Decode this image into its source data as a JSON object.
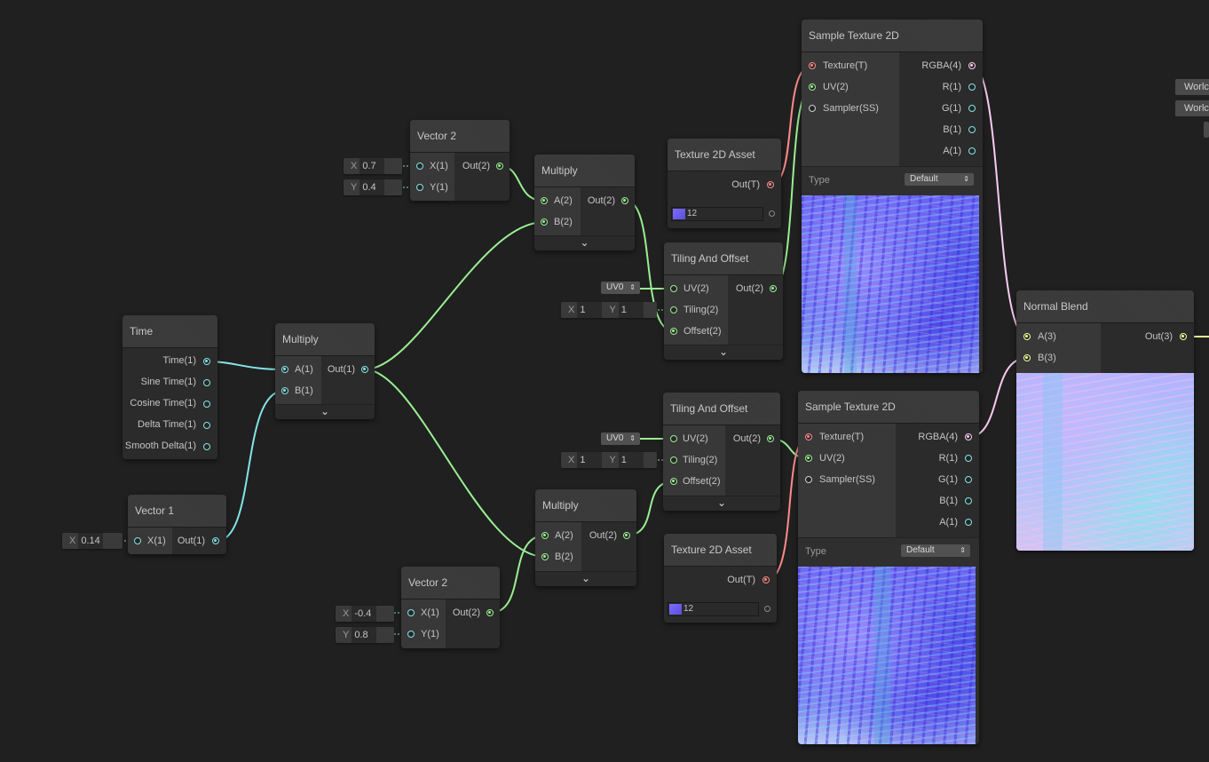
{
  "nodes": {
    "time": {
      "title": "Time",
      "outputs": [
        "Time(1)",
        "Sine Time(1)",
        "Cosine Time(1)",
        "Delta Time(1)",
        "Smooth Delta(1)"
      ]
    },
    "vector1": {
      "title": "Vector 1",
      "input": "X(1)",
      "output": "Out(1)",
      "field": {
        "label": "X",
        "value": "0.14"
      }
    },
    "multiply_main": {
      "title": "Multiply",
      "inputs": [
        "A(1)",
        "B(1)"
      ],
      "output": "Out(1)",
      "expand": "⌄"
    },
    "vector2_top": {
      "title": "Vector 2",
      "inputs": [
        "X(1)",
        "Y(1)"
      ],
      "output": "Out(2)",
      "fields": [
        {
          "label": "X",
          "value": "0.7"
        },
        {
          "label": "Y",
          "value": "0.4"
        }
      ]
    },
    "multiply_top": {
      "title": "Multiply",
      "inputs": [
        "A(2)",
        "B(2)"
      ],
      "output": "Out(2)",
      "expand": "⌄"
    },
    "texasset_top": {
      "title": "Texture 2D Asset",
      "output": "Out(T)",
      "texture_name": "12"
    },
    "tiling_top": {
      "title": "Tiling And Offset",
      "inputs": [
        "UV(2)",
        "Tiling(2)",
        "Offset(2)"
      ],
      "output": "Out(2)",
      "uv_dropdown": "UV0",
      "tiling": [
        {
          "label": "X",
          "value": "1"
        },
        {
          "label": "Y",
          "value": "1"
        }
      ],
      "expand": "⌄"
    },
    "sample_top": {
      "title": "Sample Texture 2D",
      "inputs": [
        "Texture(T)",
        "UV(2)",
        "Sampler(SS)"
      ],
      "outputs": [
        "RGBA(4)",
        "R(1)",
        "G(1)",
        "B(1)",
        "A(1)"
      ],
      "type_label": "Type",
      "type_value": "Default"
    },
    "vector2_bottom": {
      "title": "Vector 2",
      "inputs": [
        "X(1)",
        "Y(1)"
      ],
      "output": "Out(2)",
      "fields": [
        {
          "label": "X",
          "value": "-0.4"
        },
        {
          "label": "Y",
          "value": "0.8"
        }
      ]
    },
    "multiply_bottom": {
      "title": "Multiply",
      "inputs": [
        "A(2)",
        "B(2)"
      ],
      "output": "Out(2)",
      "expand": "⌄"
    },
    "tiling_bottom": {
      "title": "Tiling And Offset",
      "inputs": [
        "UV(2)",
        "Tiling(2)",
        "Offset(2)"
      ],
      "output": "Out(2)",
      "uv_dropdown": "UV0",
      "tiling": [
        {
          "label": "X",
          "value": "1"
        },
        {
          "label": "Y",
          "value": "1"
        }
      ],
      "expand": "⌄"
    },
    "texasset_bottom": {
      "title": "Texture 2D Asset",
      "output": "Out(T)",
      "texture_name": "12"
    },
    "sample_bottom": {
      "title": "Sample Texture 2D",
      "inputs": [
        "Texture(T)",
        "UV(2)",
        "Sampler(SS)"
      ],
      "outputs": [
        "RGBA(4)",
        "R(1)",
        "G(1)",
        "B(1)",
        "A(1)"
      ],
      "type_label": "Type",
      "type_value": "Default"
    },
    "normal_blend": {
      "title": "Normal Blend",
      "inputs": [
        "A(3)",
        "B(3)"
      ],
      "output": "Out(3)"
    },
    "offscreen": {
      "labels": [
        "Worlc",
        "Worlc"
      ]
    }
  },
  "port_colors": {
    "float": "#84e4e7",
    "vector2": "#9aef92",
    "vector3": "#f6ff9a",
    "vector4": "#fbcbf4",
    "texture": "#ff8b8b",
    "sampler": "#cfcfcf"
  }
}
